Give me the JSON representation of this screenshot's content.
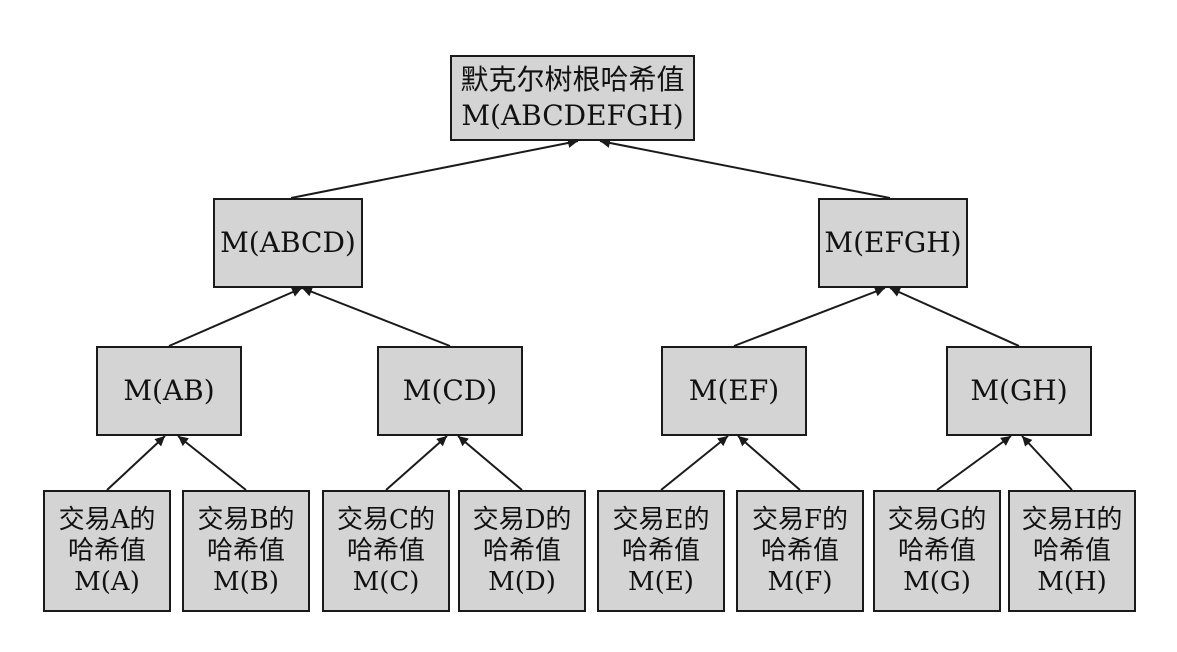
{
  "colors": {
    "node_fill": "#d4d4d4",
    "border": "#1a1a1a",
    "edge": "#1a1a1a"
  },
  "root": {
    "lines": [
      "默克尔树根哈希值",
      "M(ABCDEFGH)"
    ]
  },
  "level1": [
    {
      "label": "M(ABCD)"
    },
    {
      "label": "M(EFGH)"
    }
  ],
  "level2": [
    {
      "label": "M(AB)"
    },
    {
      "label": "M(CD)"
    },
    {
      "label": "M(EF)"
    },
    {
      "label": "M(GH)"
    }
  ],
  "leaves": [
    {
      "lines": [
        "交易A的",
        "哈希值",
        "M(A)"
      ]
    },
    {
      "lines": [
        "交易B的",
        "哈希值",
        "M(B)"
      ]
    },
    {
      "lines": [
        "交易C的",
        "哈希值",
        "M(C)"
      ]
    },
    {
      "lines": [
        "交易D的",
        "哈希值",
        "M(D)"
      ]
    },
    {
      "lines": [
        "交易E的",
        "哈希值",
        "M(E)"
      ]
    },
    {
      "lines": [
        "交易F的",
        "哈希值",
        "M(F)"
      ]
    },
    {
      "lines": [
        "交易G的",
        "哈希值",
        "M(G)"
      ]
    },
    {
      "lines": [
        "交易H的",
        "哈希值",
        "M(H)"
      ]
    }
  ]
}
